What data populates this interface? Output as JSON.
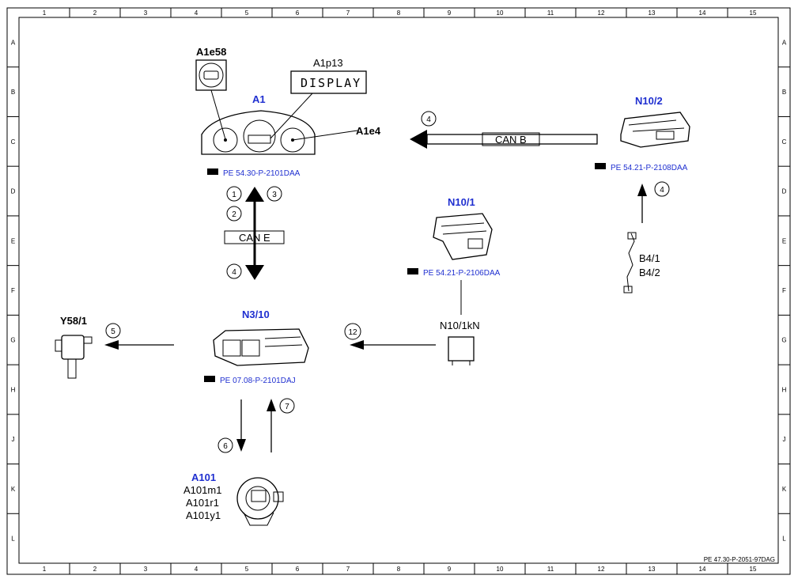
{
  "frame": {
    "columns": [
      "1",
      "2",
      "3",
      "4",
      "5",
      "6",
      "7",
      "8",
      "9",
      "10",
      "11",
      "12",
      "13",
      "14",
      "15"
    ],
    "rows": [
      "A",
      "B",
      "C",
      "D",
      "E",
      "F",
      "G",
      "H",
      "J",
      "K",
      "L"
    ]
  },
  "components": {
    "a1e58": "A1e58",
    "a1p13": "A1p13",
    "display_text": "DISPLAY",
    "a1": "A1",
    "a1e4": "A1e4",
    "a1_ref": "PE 54.30-P-2101DAA",
    "n10_2": "N10/2",
    "n10_2_ref": "PE 54.21-P-2108DAA",
    "can_b": "CAN B",
    "can_e": "CAN E",
    "n10_1": "N10/1",
    "n10_1_ref": "PE 54.21-P-2106DAA",
    "b4_1": "B4/1",
    "b4_2": "B4/2",
    "n10_1kn": "N10/1kN",
    "y58_1": "Y58/1",
    "n3_10": "N3/10",
    "n3_10_ref": "PE 07.08-P-2101DAJ",
    "a101": "A101",
    "a101m1": "A101m1",
    "a101r1": "A101r1",
    "a101y1": "A101y1"
  },
  "markers": {
    "m1": "1",
    "m2": "2",
    "m3": "3",
    "m4_can_e": "4",
    "m4_can_b": "4",
    "m4_b4": "4",
    "m5": "5",
    "m6": "6",
    "m7": "7",
    "m12": "12"
  },
  "footer": {
    "doc_id": "PE 47.30-P-2051-97DAG"
  }
}
